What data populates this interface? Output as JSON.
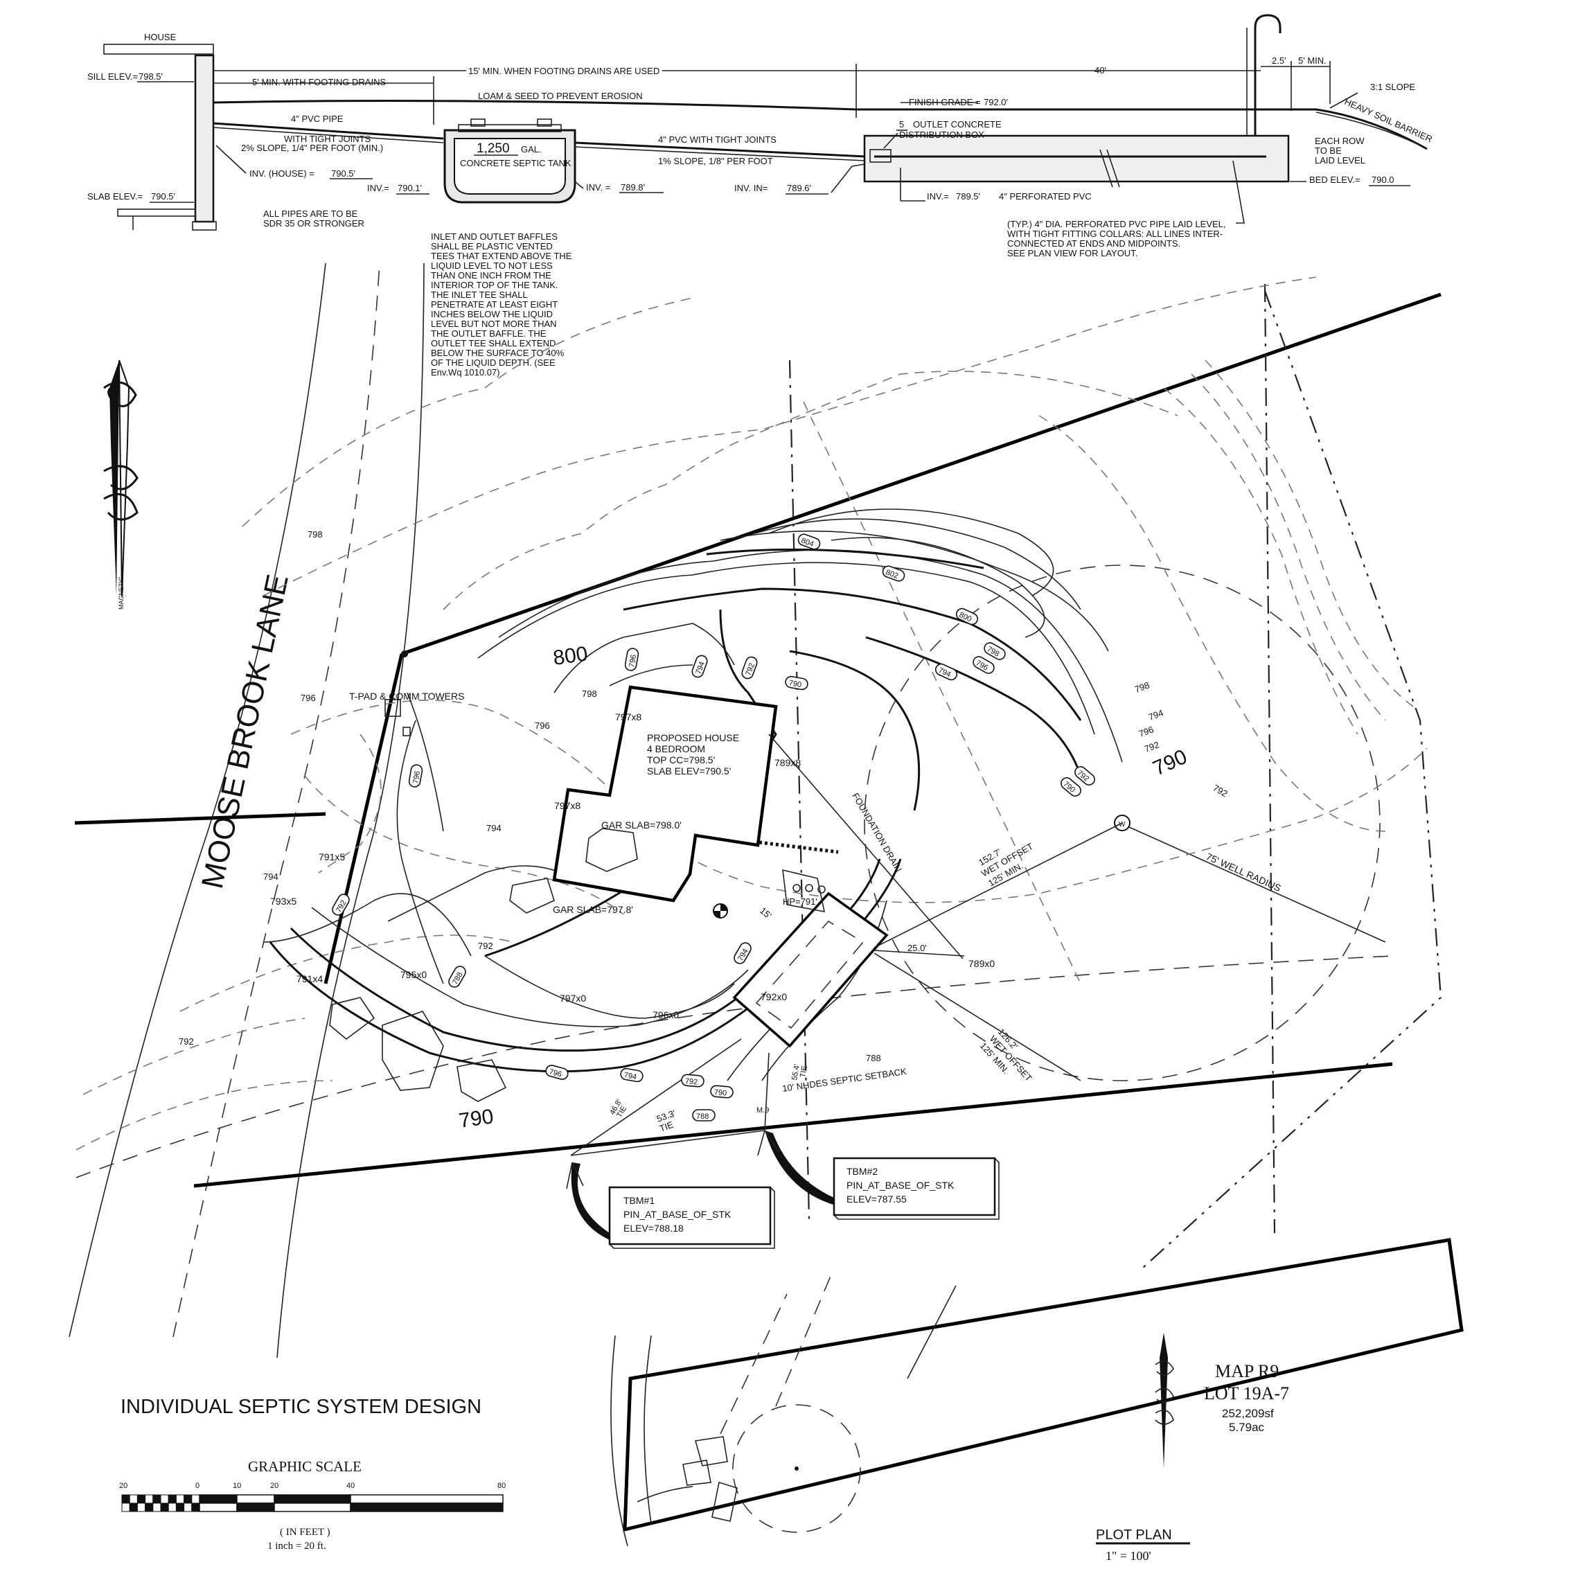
{
  "sheet_title": "INDIVIDUAL SEPTIC SYSTEM  DESIGN",
  "section": {
    "house": "HOUSE",
    "sill_elev_label": "SILL ELEV.=",
    "sill_elev": "798.5'",
    "slab_elev_label": "SLAB ELEV.=",
    "slab_elev": "790.5'",
    "dim_15": "15' MIN. WHEN FOOTING DRAINS ARE USED",
    "dim_5": "5' MIN. WITH FOOTING DRAINS",
    "dim_40": "40'",
    "dim_2_5": "2.5'",
    "dim_5min": "5' MIN.",
    "loam": "LOAM & SEED TO PREVENT EROSION",
    "finish_grade_label": "FINISH GRADE =",
    "finish_grade": "792.0'",
    "slope_3_1": "3:1 SLOPE",
    "heavy_soil": "HEAVY SOIL BARRIER",
    "pvc_pipe": "4\" PVC PIPE",
    "tight_joints": "WITH TIGHT JOINTS",
    "slope_2pct": "2% SLOPE, 1/4\" PER FOOT (MIN.)",
    "inv_house_label": "INV. (HOUSE) =",
    "inv_house": "790.5'",
    "inv_in_tank_label": "INV.=",
    "inv_in_tank": "790.1'",
    "tank_gal": "1,250",
    "tank_gal_unit": "GAL.",
    "tank_name": "CONCRETE SEPTIC TANK",
    "inv_out_tank_label": "INV. =",
    "inv_out_tank": "789.8'",
    "pvc_tight": "4\" PVC WITH TIGHT JOINTS",
    "slope_1pct": "1% SLOPE, 1/8\" PER FOOT",
    "inv_in_box_label": "INV. IN=",
    "inv_in_box": "789.6'",
    "dbox_num": "5",
    "dbox_1": "OUTLET CONCRETE",
    "dbox_2": "DISTRIBUTION BOX",
    "inv_perf_label": "INV.=",
    "inv_perf": "789.5'",
    "perf_pvc": "4\" PERFORATED PVC",
    "each_row": [
      "EACH ROW",
      "TO BE",
      "LAID LEVEL"
    ],
    "bed_elev_label": "BED ELEV.=",
    "bed_elev": "790.0",
    "sdr": [
      "ALL PIPES ARE TO BE",
      "SDR 35 OR STRONGER"
    ],
    "baffle_note": [
      "INLET AND OUTLET BAFFLES",
      "SHALL BE PLASTIC VENTED",
      "TEES THAT EXTEND ABOVE THE",
      "LIQUID LEVEL TO NOT LESS",
      "THAN ONE INCH FROM THE",
      "INTERIOR TOP OF THE TANK.",
      "THE INLET TEE SHALL",
      "PENETRATE AT LEAST EIGHT",
      "INCHES BELOW THE LIQUID",
      "LEVEL BUT NOT MORE THAN",
      "THE OUTLET BAFFLE. THE",
      "OUTLET TEE SHALL EXTEND",
      "BELOW THE SURFACE TO 40%",
      "OF THE LIQUID DEPTH. (SEE",
      "Env.Wq 1010.07)"
    ],
    "typ_note": [
      "(TYP.) 4\" DIA. PERFORATED PVC PIPE LAID LEVEL,",
      "WITH TIGHT FITTING COLLARS: ALL LINES INTER-",
      "CONNECTED AT ENDS AND MIDPOINTS.",
      "SEE PLAN VIEW FOR LAYOUT."
    ]
  },
  "plan": {
    "road": "MOOSE BROOK LANE",
    "north_label": "MAGNETIC",
    "tpad": "T-PAD & COMM TOWERS",
    "house_lines": [
      "PROPOSED HOUSE",
      "4 BEDROOM",
      "TOP CC=798.5'",
      "SLAB ELEV=790.5'"
    ],
    "gar_slab_1": "GAR SLAB=798.0'",
    "gar_slab_2": "GAR SLAB=797.8'",
    "foundation_drain": "FOUNDATION DRAIN",
    "well_radius": "75' WELL RADIUS",
    "wet_offset_1": [
      "152.7'",
      "WET OFFSET",
      "125' MIN."
    ],
    "wet_offset_2": [
      "126.2'",
      "WET OFFSET",
      "125' MIN."
    ],
    "septic_setback": "10' NHDES SEPTIC SETBACK",
    "dim_25": "25.0'",
    "hp": "HP=791'",
    "dim_15": "15'",
    "tie_1": [
      "53.3'",
      "TIE"
    ],
    "tie_2": [
      "46.8'",
      "TIE"
    ],
    "tie_3": [
      "55.4'",
      "TIE"
    ],
    "tie_4": [
      "M.9"
    ],
    "well_symbol": "W",
    "tbm1": [
      "TBM#1",
      "PIN_AT_BASE_OF_STK",
      "ELEV=788.18"
    ],
    "tbm2": [
      "TBM#2",
      "PIN_AT_BASE_OF_STK",
      "ELEV=787.55"
    ],
    "spot_elevs": [
      "797x8",
      "789x8",
      "797x8",
      "791x5",
      "793x5",
      "791x4",
      "795x0",
      "797x0",
      "796x0",
      "792x0",
      "789x0"
    ],
    "contour_plain": [
      "798",
      "796",
      "794",
      "792",
      "792",
      "798",
      "796",
      "794",
      "792",
      "788",
      "788",
      "796",
      "794"
    ],
    "contour_big": [
      "800",
      "790",
      "790"
    ],
    "contour_tags": [
      "804",
      "802",
      "800",
      "798",
      "796",
      "794",
      "792",
      "790",
      "796",
      "794",
      "792",
      "790",
      "796",
      "794",
      "792",
      "790",
      "788",
      "796",
      "798",
      "790",
      "794",
      "792",
      "794",
      "796"
    ]
  },
  "scale": {
    "title": "GRAPHIC SCALE",
    "ticks": [
      "20",
      "0",
      "10",
      "20",
      "40",
      "80"
    ],
    "unit": "( IN FEET )",
    "ratio": "1 inch =  20  ft."
  },
  "plot_plan": {
    "title": "PLOT PLAN",
    "scale": "1\" = 100'",
    "map": "MAP R9",
    "lot": "LOT 19A-7",
    "sf": "252,209sf",
    "ac": "5.79ac"
  }
}
